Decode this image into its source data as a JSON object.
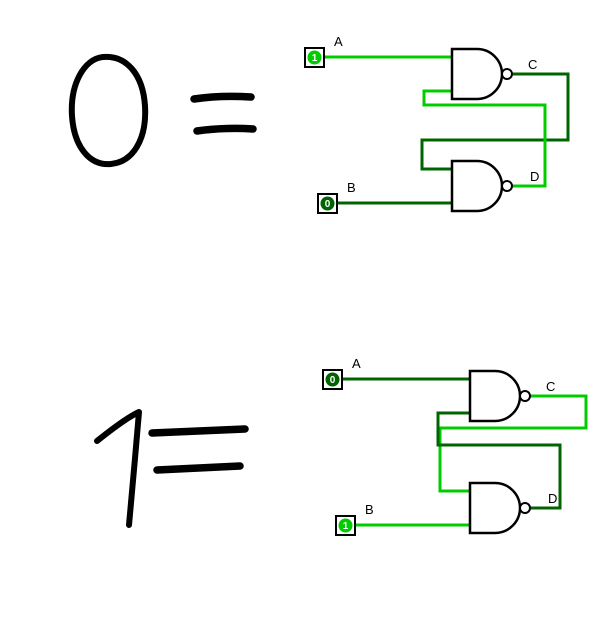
{
  "colors": {
    "high": "#00cc00",
    "low": "#006400",
    "ink": "#000000"
  },
  "annotations": [
    {
      "name": "handwritten-zero-equals",
      "text": "0 ="
    },
    {
      "name": "handwritten-one-equals",
      "text": "1 ="
    }
  ],
  "circuits": [
    {
      "name": "sr-latch-top",
      "inputs": [
        {
          "label": "A",
          "value": "1",
          "state": "high"
        },
        {
          "label": "B",
          "value": "0",
          "state": "low"
        }
      ],
      "gates": [
        {
          "type": "NAND"
        },
        {
          "type": "NAND"
        }
      ],
      "outputs": [
        {
          "label": "C",
          "state": "low"
        },
        {
          "label": "D",
          "state": "high"
        }
      ]
    },
    {
      "name": "sr-latch-bottom",
      "inputs": [
        {
          "label": "A",
          "value": "0",
          "state": "low"
        },
        {
          "label": "B",
          "value": "1",
          "state": "high"
        }
      ],
      "gates": [
        {
          "type": "NAND"
        },
        {
          "type": "NAND"
        }
      ],
      "outputs": [
        {
          "label": "C",
          "state": "high"
        },
        {
          "label": "D",
          "state": "low"
        }
      ]
    }
  ]
}
